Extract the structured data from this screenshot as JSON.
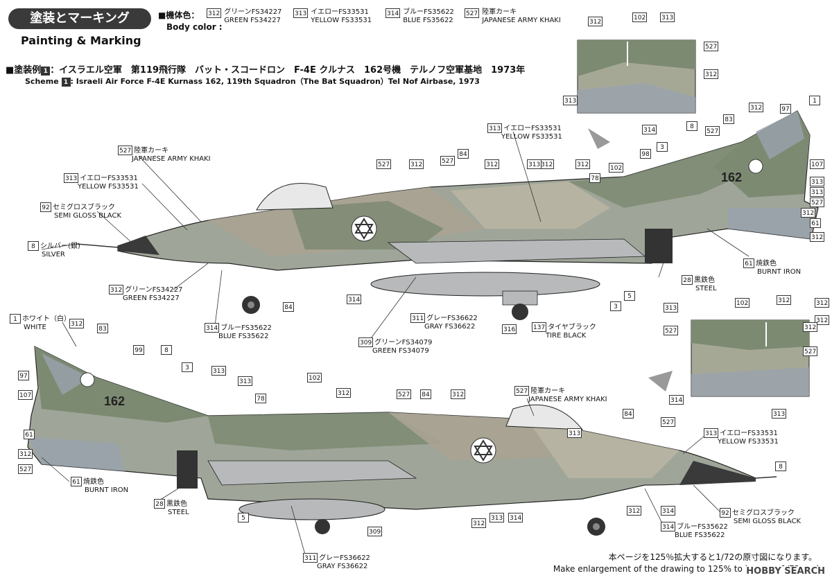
{
  "header": {
    "title_jp": "塗装とマーキング",
    "title_en": "Painting & Marking",
    "body_color_jp": "■機体色：",
    "body_color_en": "Body color :"
  },
  "body_colors": [
    {
      "num": "312",
      "jp": "グリーンFS34227",
      "en": "GREEN FS34227"
    },
    {
      "num": "313",
      "jp": "イエローFS33531",
      "en": "YELLOW FS33531"
    },
    {
      "num": "314",
      "jp": "ブルーFS35622",
      "en": "BLUE FS35622"
    },
    {
      "num": "527",
      "jp": "陸軍カーキ",
      "en": "JAPANESE ARMY KHAKI"
    }
  ],
  "scheme": {
    "prefix_jp": "■塗装例",
    "num": "1",
    "text_jp": "：イスラエル空軍　第119飛行隊　バット・スコードロン　F-4E クルナス　162号機　テルノフ空軍基地　1973年",
    "prefix_en": "Scheme",
    "text_en": ": Israeli Air Force F-4E Kurnass 162, 119th Squadron（The Bat Squadron）Tel Nof Airbase, 1973"
  },
  "aircraft_number": "162",
  "colors": {
    "green": "#7d8a72",
    "khaki": "#a8a392",
    "blue": "#9aa3ae",
    "yellow": "#b9b5a3",
    "gray": "#b7b9ba",
    "dark": "#3a3a3a"
  },
  "callouts_top": [
    {
      "num": "527",
      "jp": "陸軍カーキ",
      "en": "JAPANESE ARMY KHAKI"
    },
    {
      "num": "313",
      "jp": "イエローFS33531",
      "en": "YELLOW FS33531"
    },
    {
      "num": "92",
      "jp": "セミグロスブラック",
      "en": "SEMI GLOSS BLACK"
    },
    {
      "num": "8",
      "jp": "シルバー(銀)",
      "en": "SILVER"
    },
    {
      "num": "312",
      "jp": "グリーンFS34227",
      "en": "GREEN FS34227"
    },
    {
      "num": "314",
      "jp": "ブルーFS35622",
      "en": "BLUE FS35622"
    },
    {
      "num": "313",
      "jp": "イエローFS33531",
      "en": "YELLOW FS33531"
    },
    {
      "num": "311",
      "jp": "グレーFS36622",
      "en": "GRAY FS36622"
    },
    {
      "num": "309",
      "jp": "グリーンFS34079",
      "en": "GREEN FS34079"
    },
    {
      "num": "137",
      "jp": "タイヤブラック",
      "en": "TIRE BLACK"
    },
    {
      "num": "28",
      "jp": "黒鉄色",
      "en": "STEEL"
    },
    {
      "num": "61",
      "jp": "焼鉄色",
      "en": "BURNT IRON"
    }
  ],
  "callouts_bottom": [
    {
      "num": "1",
      "jp": "ホワイト（白）",
      "en": "WHITE"
    },
    {
      "num": "61",
      "jp": "焼鉄色",
      "en": "BURNT IRON"
    },
    {
      "num": "28",
      "jp": "黒鉄色",
      "en": "STEEL"
    },
    {
      "num": "527",
      "jp": "陸軍カーキ",
      "en": "JAPANESE ARMY KHAKI"
    },
    {
      "num": "313",
      "jp": "イエローFS33531",
      "en": "YELLOW FS33531"
    },
    {
      "num": "92",
      "jp": "セミグロスブラック",
      "en": "SEMI GLOSS BLACK"
    },
    {
      "num": "314",
      "jp": "ブルーFS35622",
      "en": "BLUE FS35622"
    },
    {
      "num": "311",
      "jp": "グレーFS36622",
      "en": "GRAY FS36622"
    }
  ],
  "badges_top": [
    "312",
    "102",
    "313",
    "527",
    "312",
    "313",
    "314",
    "97",
    "312",
    "1",
    "83",
    "8",
    "527",
    "3",
    "98",
    "107",
    "313",
    "78",
    "312",
    "313",
    "84",
    "527",
    "312",
    "527",
    "312",
    "312",
    "102",
    "527",
    "312",
    "61",
    "312",
    "313",
    "314",
    "316",
    "3",
    "84",
    "5"
  ],
  "badges_bottom": [
    "313",
    "102",
    "312",
    "312",
    "527",
    "312",
    "313",
    "314",
    "312",
    "83",
    "99",
    "8",
    "3",
    "313",
    "313",
    "97",
    "107",
    "78",
    "102",
    "312",
    "527",
    "84",
    "312",
    "527",
    "313",
    "84",
    "8",
    "61",
    "312",
    "527",
    "5",
    "312",
    "313",
    "314",
    "309",
    "312",
    "314",
    "312",
    "527"
  ],
  "footer": {
    "jp": "本ページを125％拡大すると1/72の原寸図になります。",
    "en": "Make enlargement of the drawing to 125% to become 1/72 scale."
  },
  "watermark": "HOBBY SEARCH"
}
